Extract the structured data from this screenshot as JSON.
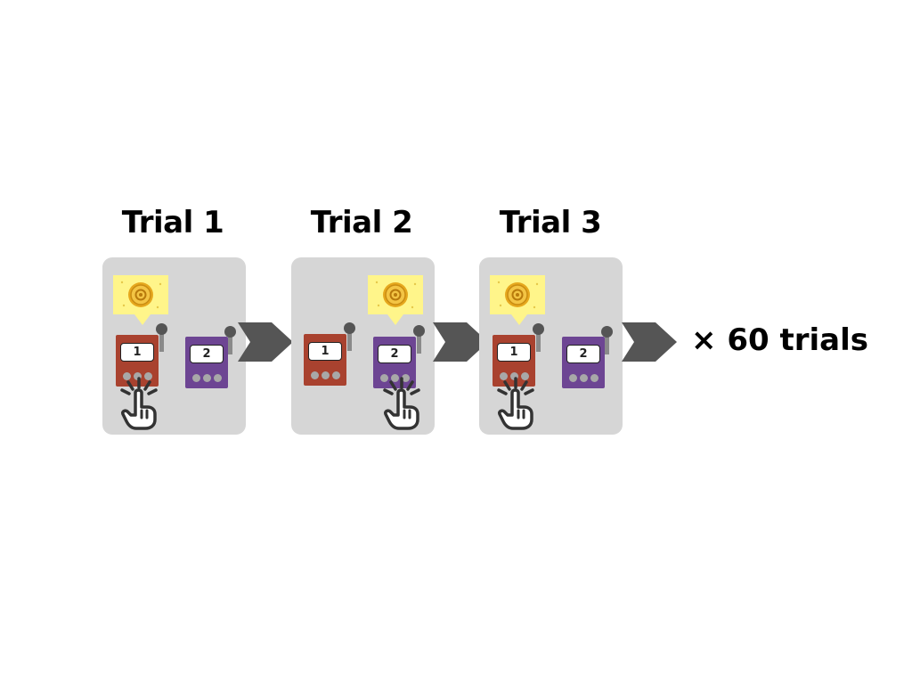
{
  "trials": [
    {
      "title": "Trial 1",
      "chosen_machine": "1",
      "reward_over_machine": "1"
    },
    {
      "title": "Trial 2",
      "chosen_machine": "2",
      "reward_over_machine": "2"
    },
    {
      "title": "Trial 3",
      "chosen_machine": "1",
      "reward_over_machine": "1"
    }
  ],
  "machines": [
    {
      "label": "1",
      "color": "#a9422f"
    },
    {
      "label": "2",
      "color": "#6d4593"
    }
  ],
  "repeat_label": "× 60 trials",
  "icons": {
    "reward": "gold-coin-icon",
    "choice": "tapping-hand-icon",
    "flow": "chevron-arrow-icon"
  },
  "colors": {
    "panel": "#d6d6d6",
    "arrow": "#555555",
    "bubble": "#fff58a",
    "coin": "#e6a81e"
  }
}
